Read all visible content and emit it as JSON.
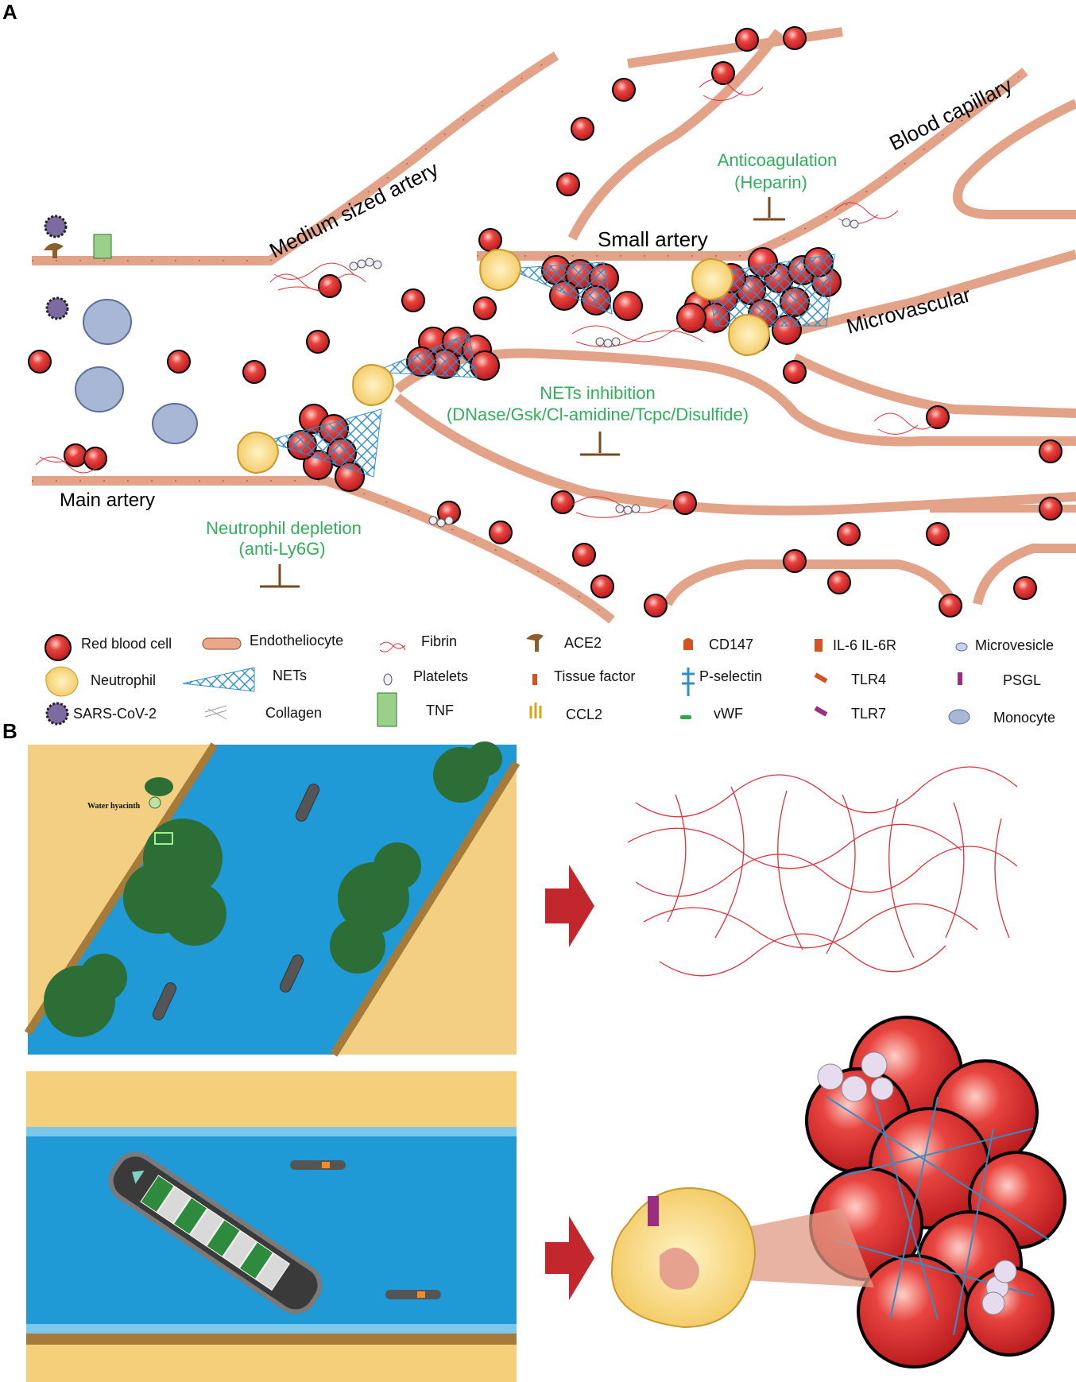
{
  "panels": {
    "a": "A",
    "b": "B"
  },
  "vessels": {
    "medium_artery": "Medium sized artery",
    "blood_capillary": "Blood capillary",
    "small_artery": "Small artery",
    "microvascular": "Microvascular",
    "main_artery": "Main artery"
  },
  "interventions": {
    "anticoag_1": "Anticoagulation",
    "anticoag_2": "(Heparin)",
    "nets_1": "NETs inhibition",
    "nets_2": "(DNase/Gsk/Cl-amidine/Tcpc/Disulfide)",
    "neutro_1": "Neutrophil depletion",
    "neutro_2": "(anti-Ly6G)"
  },
  "legend": {
    "rbc": "Red blood cell",
    "endo": "Endotheliocyte",
    "fibrin": "Fibrin",
    "ace2": "ACE2",
    "cd147": "CD147",
    "il6": "IL-6  IL-6R",
    "microvesicle": "Microvesicle",
    "neutrophil": "Neutrophil",
    "nets": "NETs",
    "platelets": "Platelets",
    "tissue_factor": "Tissue factor",
    "pselectin": "P-selectin",
    "tlr4": "TLR4",
    "psgl": "PSGL",
    "sars": "SARS-CoV-2",
    "collagen": "Collagen",
    "tnf": "TNF",
    "ccl2": "CCL2",
    "vwf": "vWF",
    "tlr7": "TLR7",
    "monocyte": "Monocyte"
  },
  "panel_b": {
    "plant_label": "Water hyacinth"
  },
  "colors": {
    "vessel_wall": "#e8a98c",
    "rbc": "#d8262a",
    "fibrin": "#e0303a",
    "nets": "#2f8fc7",
    "green_text": "#2fb05a",
    "canal_water": "#1f9ad6",
    "sand": "#f2cf82",
    "arrow": "#c1272d"
  }
}
